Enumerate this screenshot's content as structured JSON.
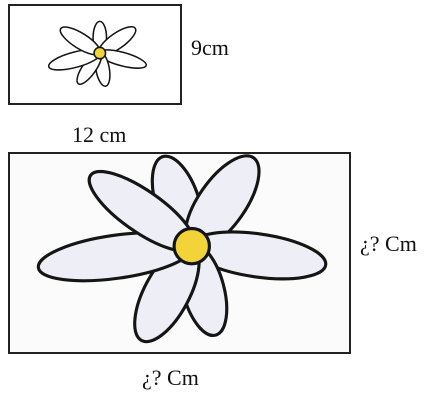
{
  "figures": {
    "small": {
      "side_label": "9cm",
      "petal_count": 7
    },
    "large": {
      "top_label": "12 cm",
      "side_label": "¿? Cm",
      "bottom_label": "¿? Cm",
      "petal_count": 7
    }
  },
  "colors": {
    "petal": "#ffffff",
    "petal_large": "#eeeff6",
    "outline": "#151515",
    "center": "#f2d43a",
    "frame": "#222222"
  },
  "icons": [
    "daisy-flower-icon"
  ]
}
